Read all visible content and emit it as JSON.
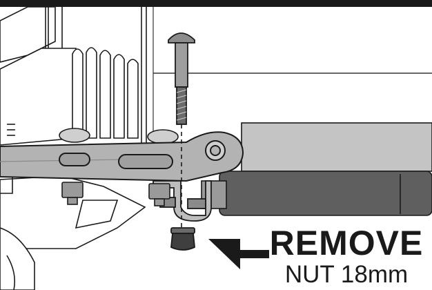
{
  "callout": {
    "action": "REMOVE",
    "detail": "NUT 18mm"
  },
  "colors": {
    "line": "#1a1a1a",
    "arm": "#b3b3b3",
    "tube_light": "#c4c4c4",
    "tube_dark": "#5f5f5f",
    "nut": "#3f3f3f"
  },
  "icons": {
    "pointer": "arrow-pointing-to-nut"
  }
}
